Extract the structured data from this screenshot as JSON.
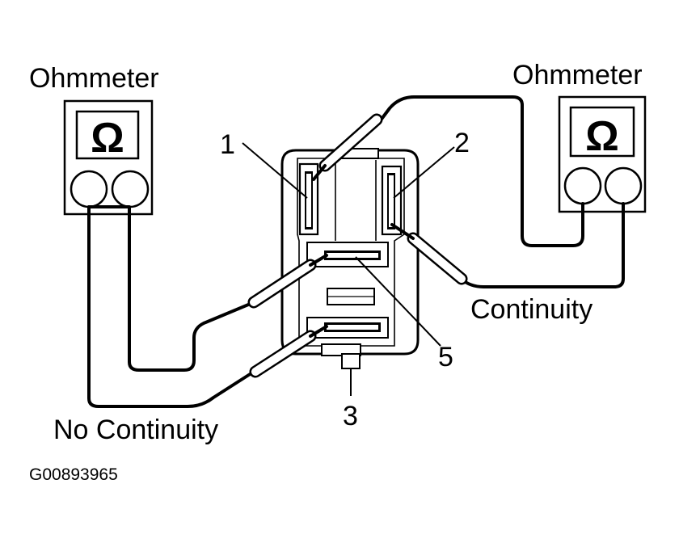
{
  "labels": {
    "ohmmeter_left": "Ohmmeter",
    "ohmmeter_right": "Ohmmeter",
    "omega_left": "Ω",
    "omega_right": "Ω",
    "continuity": "Continuity",
    "no_continuity": "No Continuity",
    "terminal_1": "1",
    "terminal_2": "2",
    "terminal_3": "3",
    "terminal_5": "5",
    "figure_code": "G00893965"
  }
}
